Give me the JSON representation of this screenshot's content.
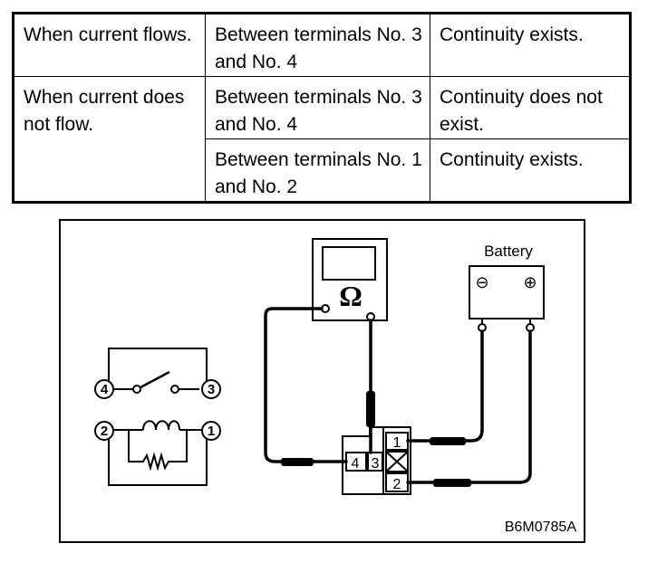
{
  "table": {
    "rows": [
      {
        "condition": "When current flows.",
        "terminals": "Between terminals No. 3 and No. 4",
        "result": "Continuity exists."
      },
      {
        "condition": "When current does not flow.",
        "terminals": "Between terminals No. 3 and No. 4",
        "result": "Continuity does not exist."
      },
      {
        "condition": "",
        "terminals": "Between terminals No. 1 and No. 2",
        "result": "Continuity exists."
      }
    ]
  },
  "diagram": {
    "battery_label": "Battery",
    "ohmmeter_symbol": "Ω",
    "battery_neg_symbol": "⊖",
    "battery_pos_symbol": "⊕",
    "relay_terminals": [
      "4",
      "3",
      "1",
      "2"
    ],
    "connector_terminals": [
      "1",
      "2",
      "3",
      "4"
    ],
    "figure_code": "B6M0785A"
  }
}
